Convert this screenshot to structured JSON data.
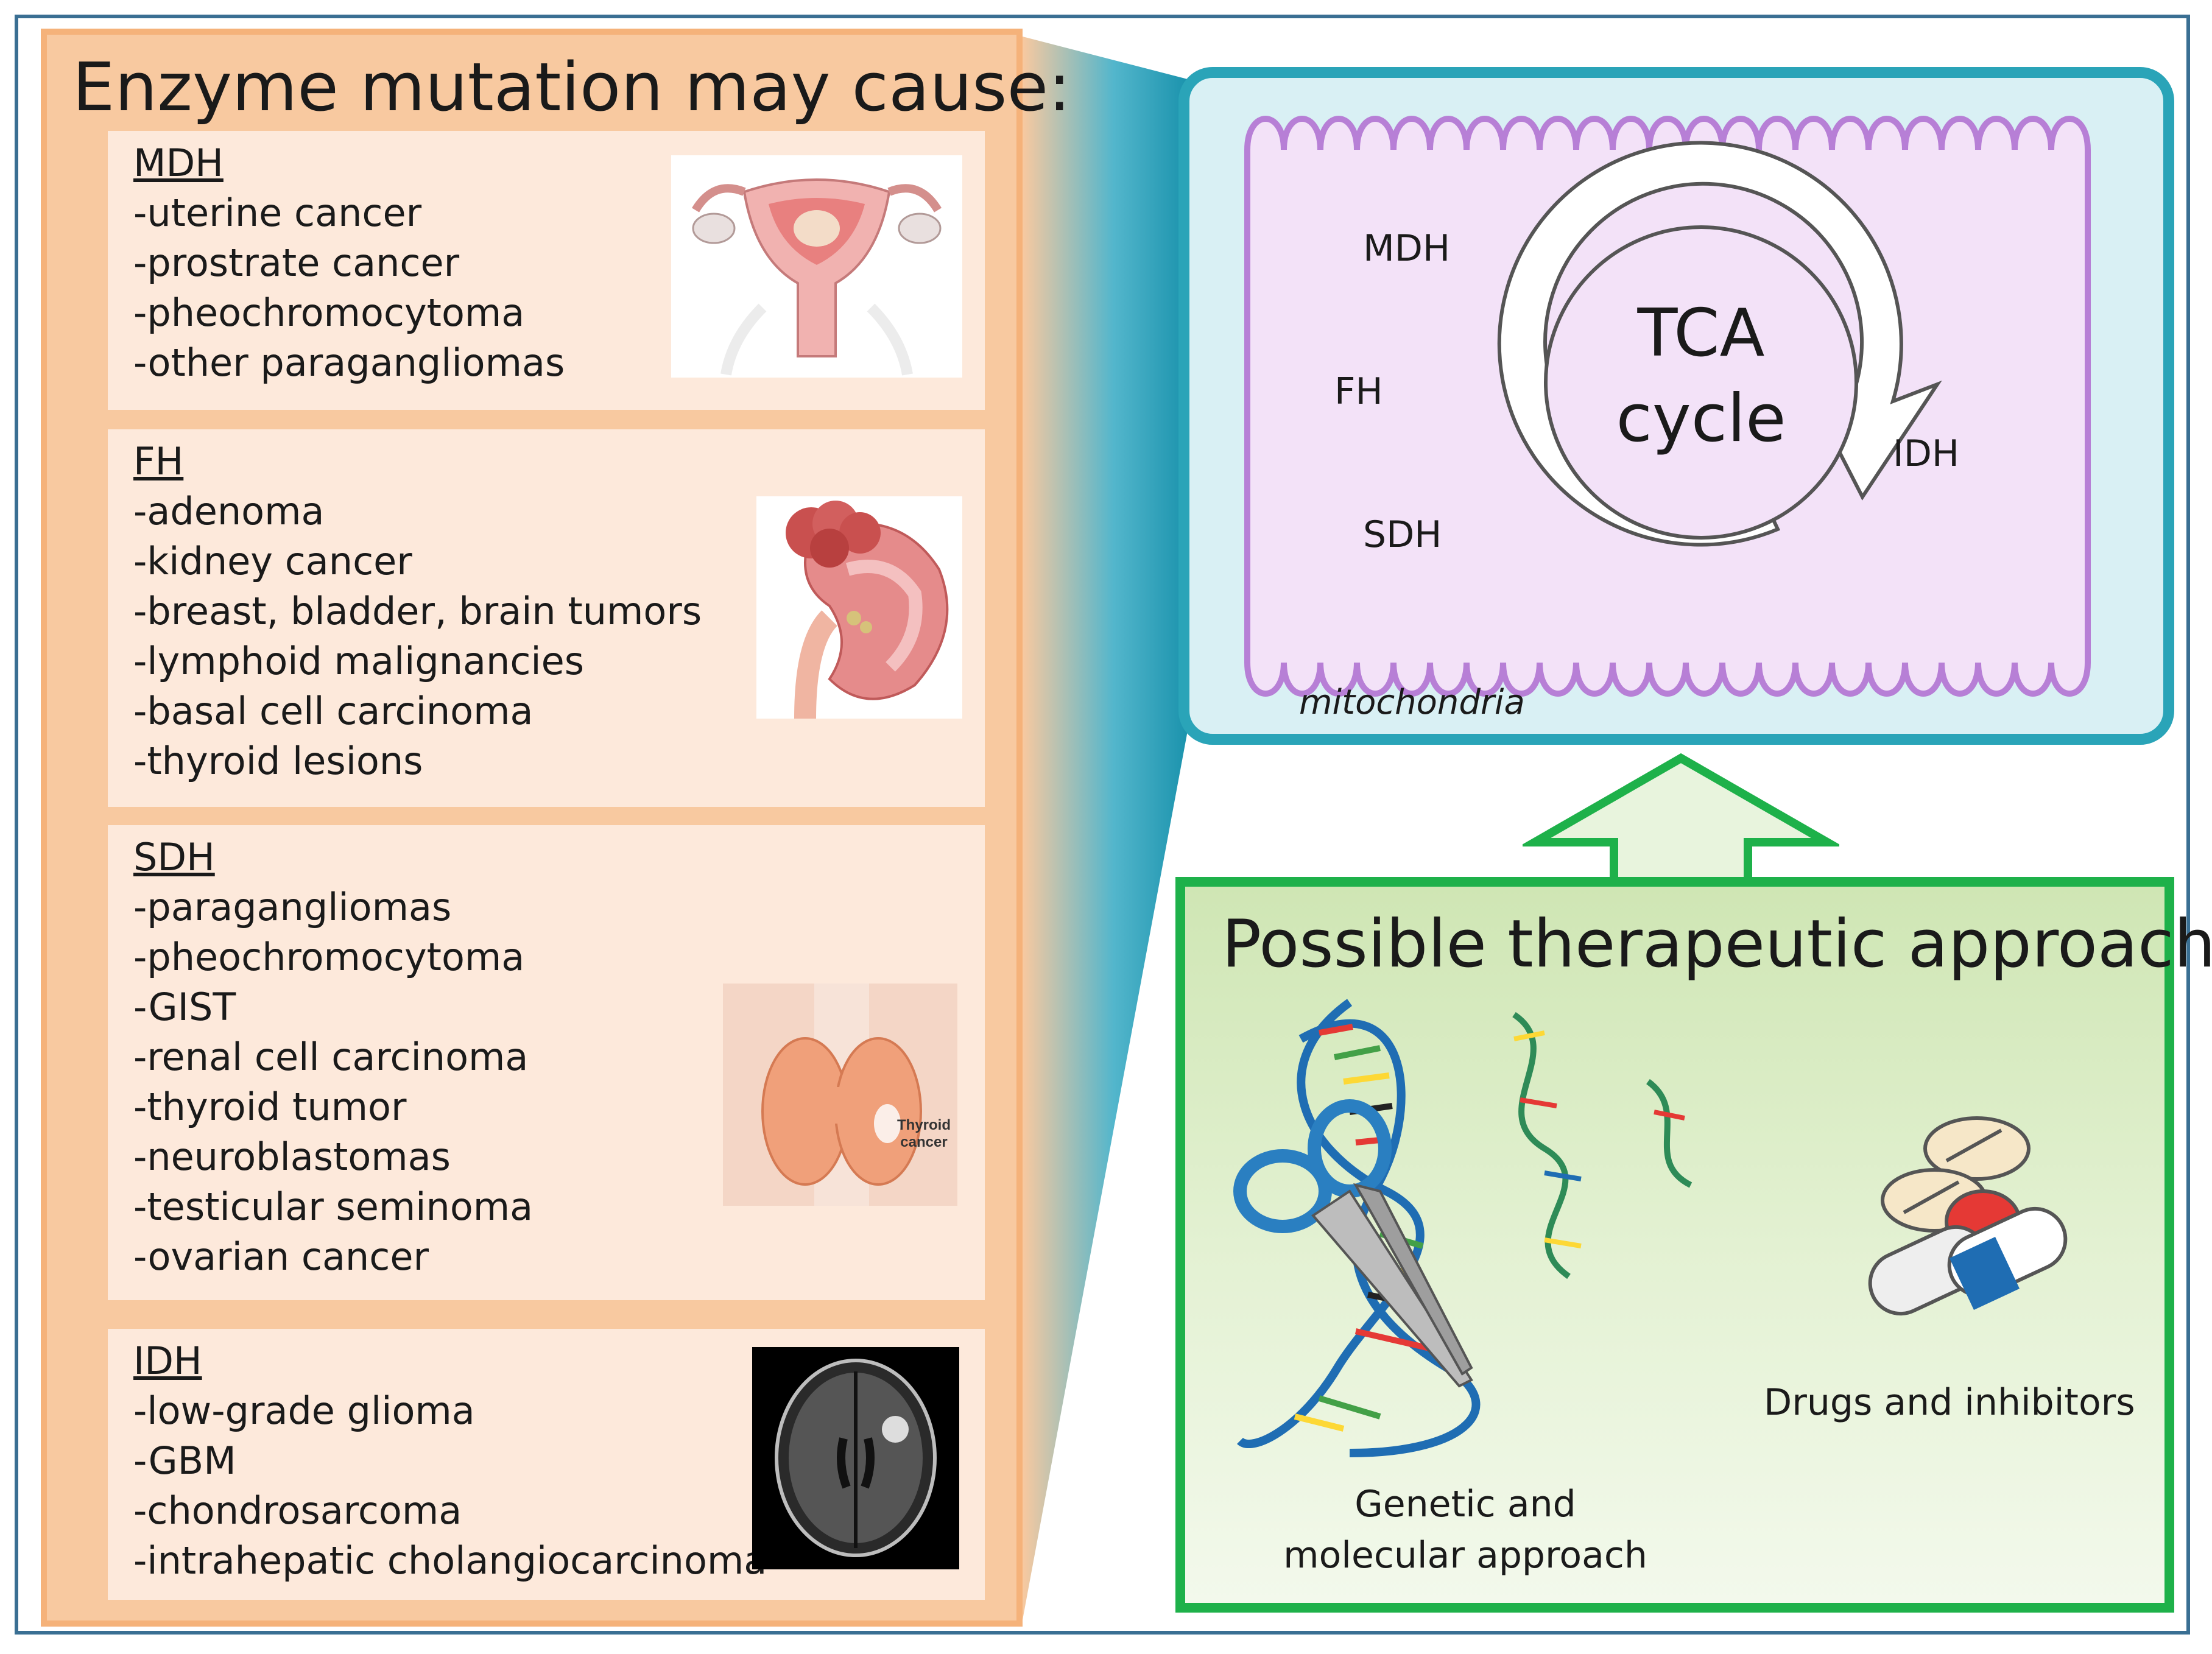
{
  "left_panel": {
    "title": "Enzyme mutation may cause:",
    "enzymes": [
      {
        "name": "MDH",
        "image": "uterus-illustration",
        "diseases": [
          "-uterine cancer",
          "-prostrate cancer",
          "-pheochromocytoma",
          "-other paragangliomas"
        ]
      },
      {
        "name": "FH",
        "image": "kidney-illustration",
        "diseases": [
          "-adenoma",
          "-kidney cancer",
          "-breast, bladder, brain tumors",
          "-lymphoid malignancies",
          "-basal cell carcinoma",
          "-thyroid lesions"
        ]
      },
      {
        "name": "SDH",
        "image": "thyroid-illustration",
        "image_caption": "Thyroid cancer",
        "diseases": [
          "-paragangliomas",
          "-pheochromocytoma",
          "-GIST",
          "-renal cell carcinoma",
          "-thyroid tumor",
          "-neuroblastomas",
          "-testicular seminoma",
          "-ovarian cancer"
        ]
      },
      {
        "name": "IDH",
        "image": "brain-mri-scan",
        "diseases": [
          "-low-grade glioma",
          "-GBM",
          "-chondrosarcoma",
          "-intrahepatic cholangiocarcinoma"
        ]
      }
    ]
  },
  "mitochondria": {
    "label": "mitochondria",
    "cycle_line1": "TCA",
    "cycle_line2": "cycle",
    "enzymes": {
      "mdh": "MDH",
      "fh": "FH",
      "sdh": "SDH",
      "idh": "IDH"
    }
  },
  "therapy": {
    "title": "Possible therapeutic approach",
    "genetic_line1": "Genetic and",
    "genetic_line2": "molecular approach",
    "drugs": "Drugs and inhibitors"
  },
  "colors": {
    "left_bg": "#f8c9a0",
    "left_border": "#f5b27a",
    "mito_border": "#2aa4b8",
    "membrane": "#b77fd6",
    "therapy_border": "#1eb14a"
  }
}
